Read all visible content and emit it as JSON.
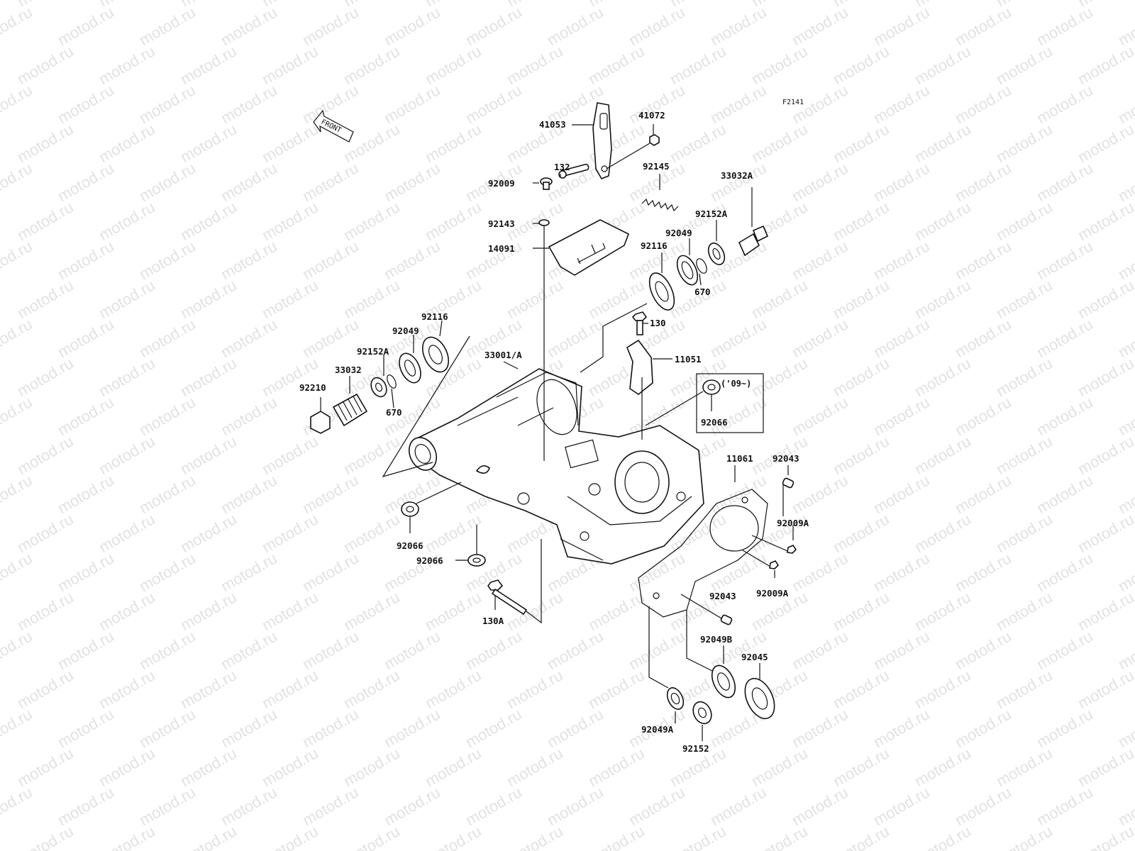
{
  "diagram": {
    "figure_code": "F2141",
    "front_arrow": "FRONT",
    "year_note": "('09~)",
    "watermark": "motod.ru"
  },
  "parts": {
    "p41053": "41053",
    "p41072": "41072",
    "p132": "132",
    "p92145": "92145",
    "p92009": "92009",
    "p33032A": "33032A",
    "p92143": "92143",
    "p92152A_r": "92152A",
    "p92049_r": "92049",
    "p14091": "14091",
    "p92116_r": "92116",
    "p670_r": "670",
    "p130": "130",
    "p92116_l": "92116",
    "p92049_l": "92049",
    "p33001A": "33001/A",
    "p11051": "11051",
    "p92152A_l": "92152A",
    "p33032": "33032",
    "p92210": "92210",
    "p670_l": "670",
    "p92066_r": "92066",
    "p11061": "11061",
    "p92043_t": "92043",
    "p92009A_t": "92009A",
    "p92066_l": "92066",
    "p92066_b": "92066",
    "p92009A_b": "92009A",
    "p92043_b": "92043",
    "p130A": "130A",
    "p92049B": "92049B",
    "p92045": "92045",
    "p92049A": "92049A",
    "p92152": "92152"
  }
}
